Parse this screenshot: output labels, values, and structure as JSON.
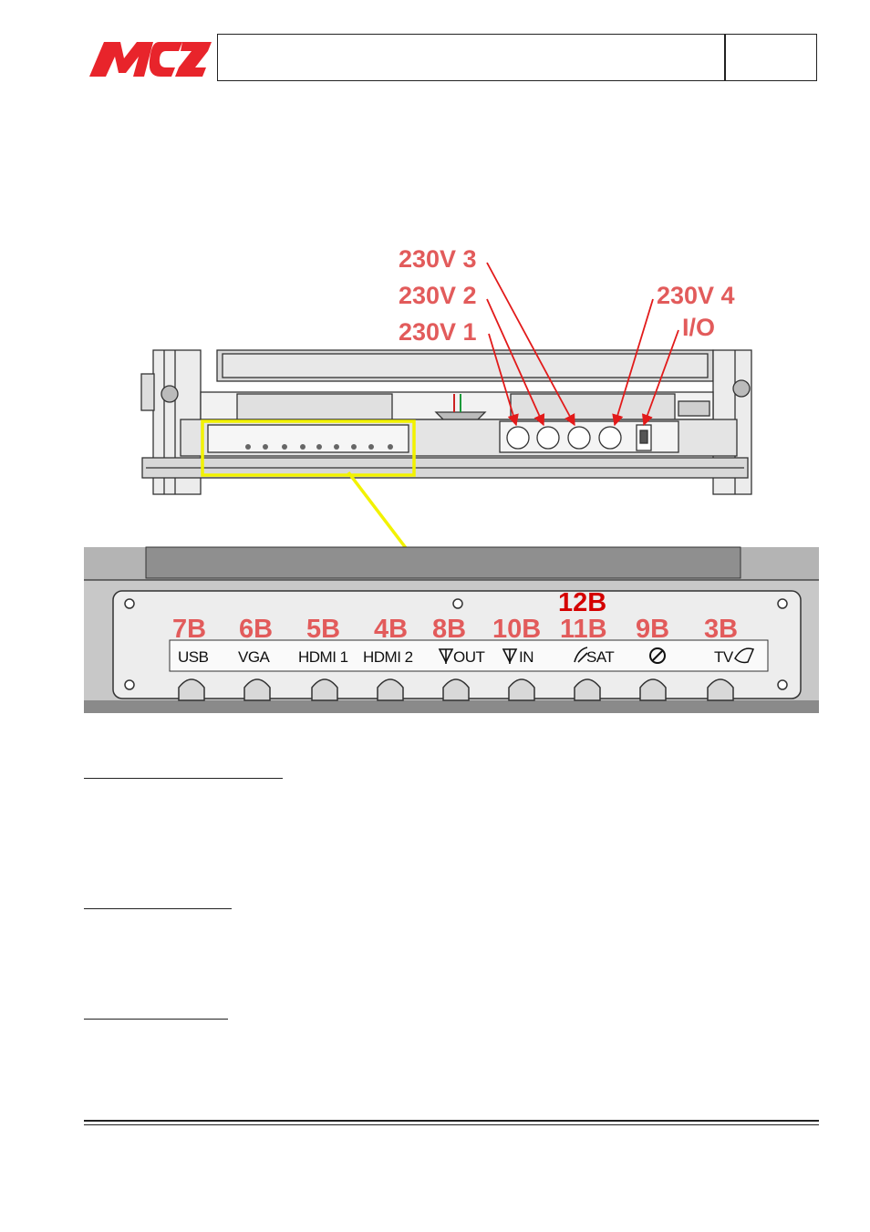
{
  "header": {
    "logo_text": "MCZ",
    "title": "",
    "page": ""
  },
  "figure": {
    "voltage_labels": [
      "230V 3",
      "230V 2",
      "230V 1",
      "230V 4",
      "I/O"
    ],
    "port_codes": [
      "7B",
      "6B",
      "5B",
      "4B",
      "8B",
      "10B",
      "11B",
      "9B",
      "3B"
    ],
    "extra_code": "12B",
    "connector_names": [
      "USB",
      "VGA",
      "HDMI 1",
      "HDMI 2",
      "OUT",
      "IN",
      "SAT",
      "",
      "TV"
    ]
  },
  "colors": {
    "label_red": "#e25b5b",
    "label_dark_red": "#d40000",
    "highlight_yellow": "#f2f200",
    "panel_gray": "#c8c8c8"
  }
}
